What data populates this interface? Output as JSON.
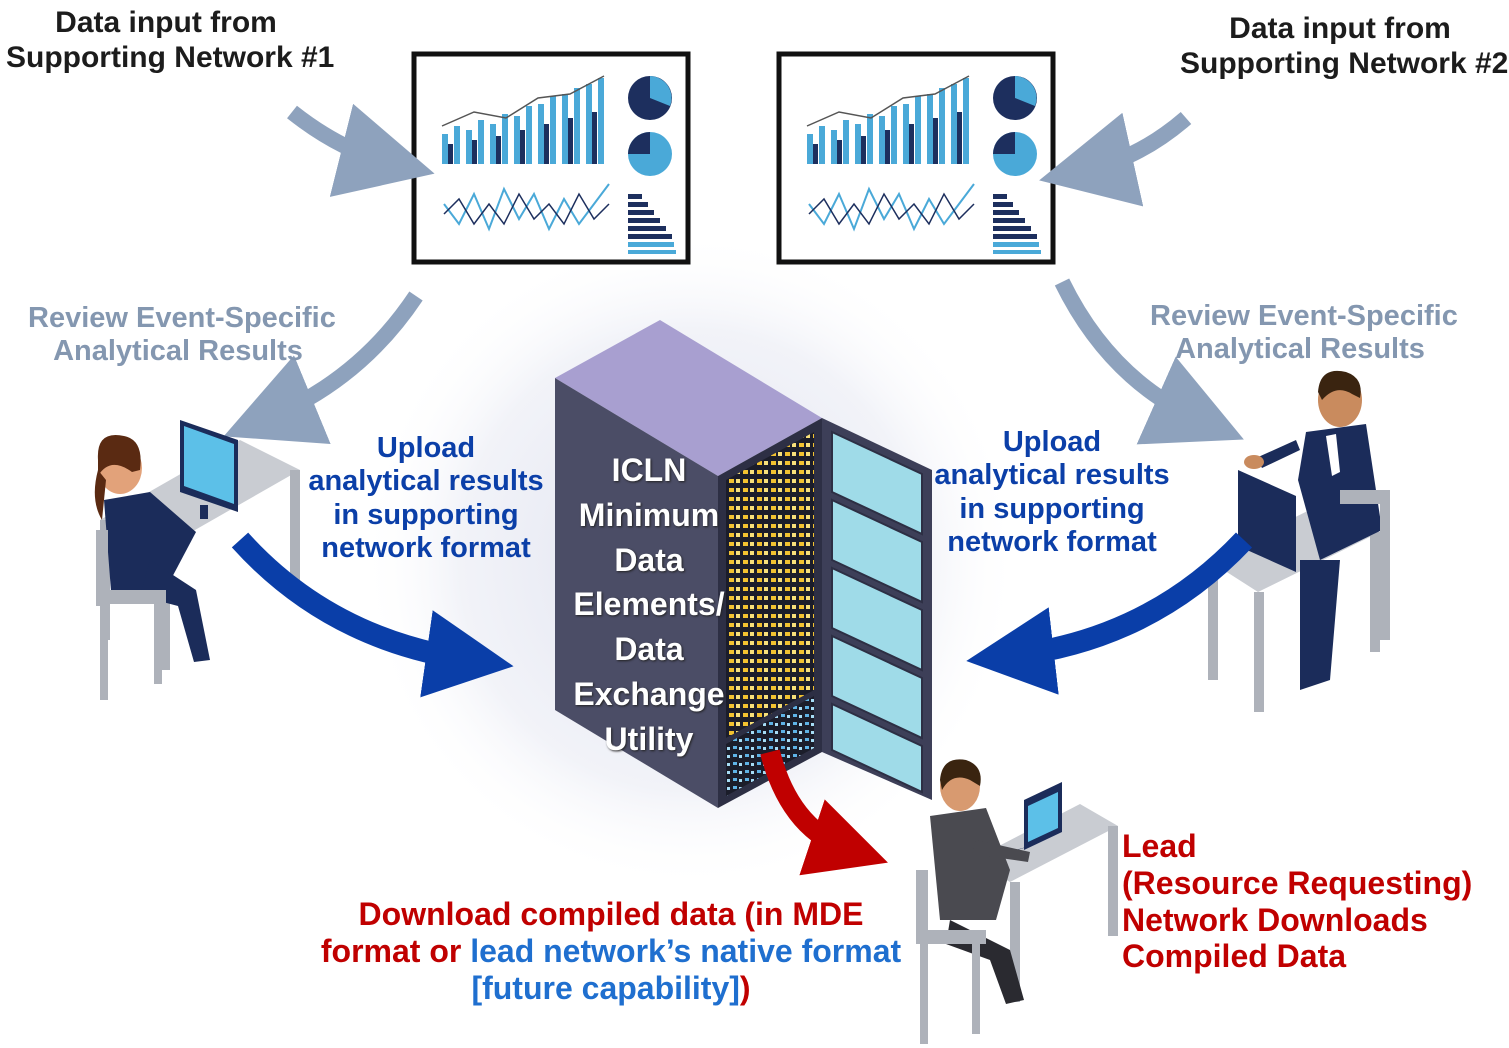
{
  "labels": {
    "input_1": [
      "Data input from",
      "Supporting Network #1"
    ],
    "input_2": [
      "Data input from",
      "Supporting Network #2"
    ],
    "review_left": [
      "Review Event-Specific",
      "Analytical Results"
    ],
    "review_right": [
      "Review Event-Specific",
      "Analytical Results"
    ],
    "upload_left": [
      "Upload",
      "analytical results",
      "in supporting",
      "network format"
    ],
    "upload_right": [
      "Upload",
      "analytical results",
      "in supporting",
      "network format"
    ],
    "server": [
      "ICLN",
      "Minimum",
      "Data",
      "Elements/",
      "Data",
      "Exchange",
      "Utility"
    ],
    "lead": [
      "Lead",
      "(Resource Requesting)",
      "Network Downloads",
      "Compiled Data"
    ],
    "download": {
      "line1": "Download compiled data (in MDE",
      "line2_red": "format or ",
      "line2_blue": "lead network’s native format",
      "line3_blue": "[future capability]",
      "line3_red": ")"
    }
  },
  "colors": {
    "arrow_grey": "#8ea2bd",
    "arrow_blue": "#0a3ea8",
    "arrow_red": "#c00000",
    "text_blue": "#0b3fa8",
    "text_red": "#c00000",
    "text_lightblue": "#1f6fcf",
    "text_grey": "#8497b0",
    "server_top": "#a89fd0",
    "server_front": "#4b4d66",
    "server_side": "#2d2f44",
    "door_glass": "#9fdbe8"
  },
  "icons": [
    "dashboard-monitor",
    "server-rack",
    "woman-at-computer",
    "man-at-computer",
    "man-at-laptop"
  ]
}
